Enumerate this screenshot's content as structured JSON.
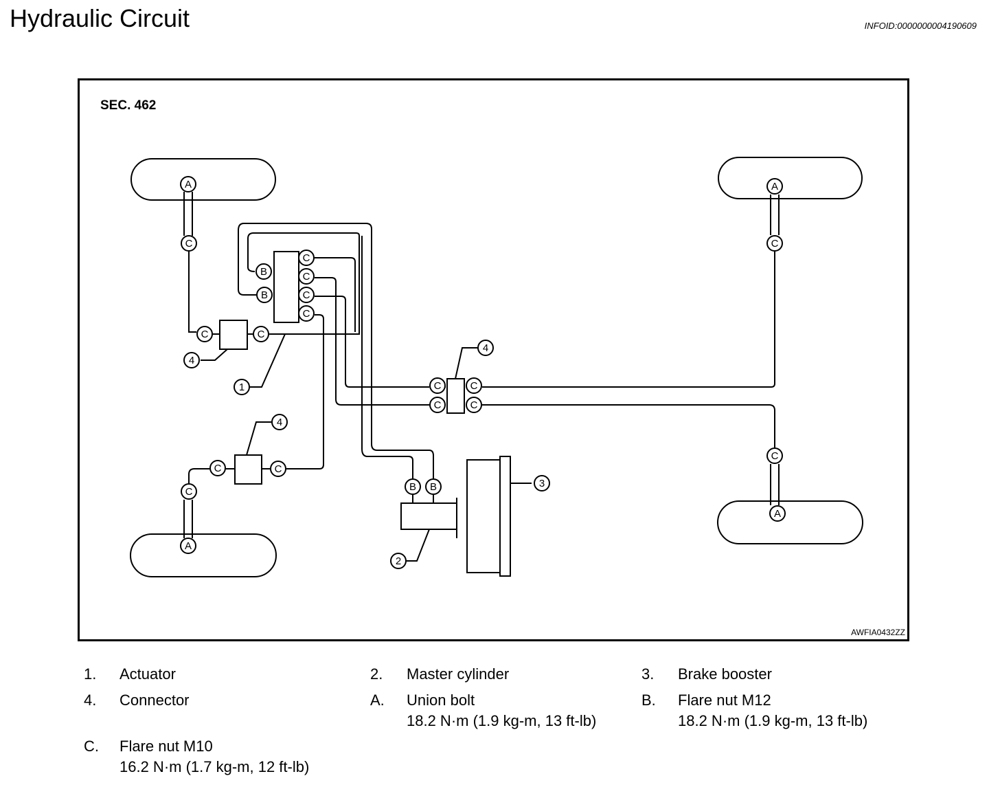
{
  "header": {
    "title": "Hydraulic Circuit",
    "info_id": "INFOID:0000000004190609"
  },
  "figure": {
    "section": "SEC. 462",
    "code": "AWFIA0432ZZ",
    "markers": {
      "A": "A",
      "B": "B",
      "C": "C",
      "n1": "1",
      "n2": "2",
      "n3": "3",
      "n4": "4"
    }
  },
  "legend": [
    {
      "key": "1.",
      "name": "Actuator",
      "spec": ""
    },
    {
      "key": "2.",
      "name": "Master cylinder",
      "spec": ""
    },
    {
      "key": "3.",
      "name": "Brake booster",
      "spec": ""
    },
    {
      "key": "4.",
      "name": "Connector",
      "spec": ""
    },
    {
      "key": "A.",
      "name": "Union bolt",
      "spec": "18.2 N·m (1.9 kg-m, 13 ft-lb)"
    },
    {
      "key": "B.",
      "name": "Flare nut M12",
      "spec": "18.2 N·m (1.9 kg-m, 13 ft-lb)"
    },
    {
      "key": "C.",
      "name": "Flare nut M10",
      "spec": "16.2 N·m (1.7 kg-m, 12 ft-lb)"
    }
  ]
}
